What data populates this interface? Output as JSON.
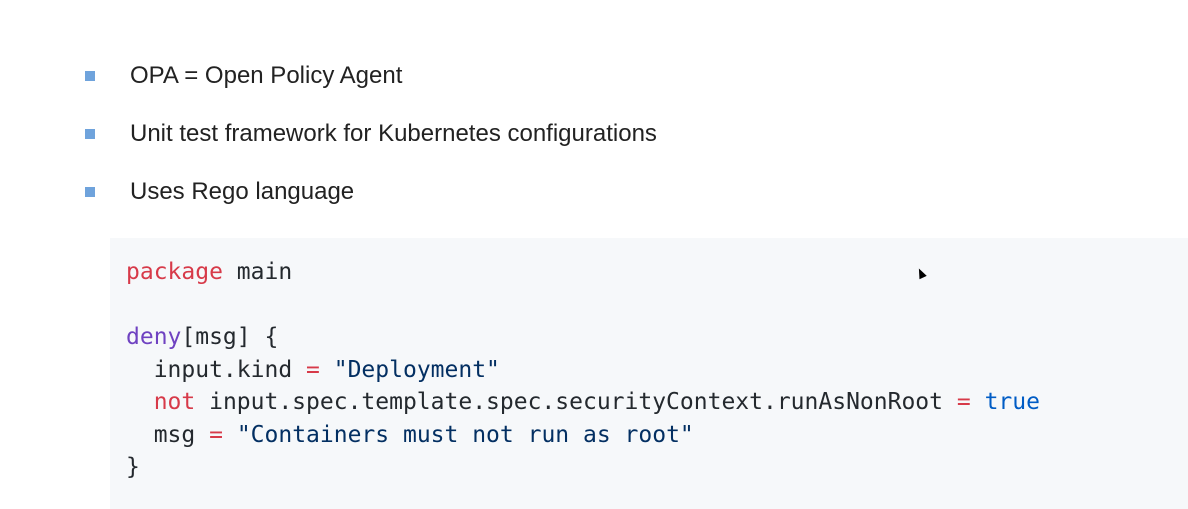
{
  "bullets": [
    "OPA = Open Policy Agent",
    "Unit test framework for Kubernetes configurations",
    "Uses Rego language"
  ],
  "code": {
    "l1_kw": "package",
    "l1_rest": " main",
    "l3_fn": "deny",
    "l3_rest": "[msg] {",
    "l4_a": "  input.kind ",
    "l4_op": "=",
    "l4_sp": " ",
    "l4_str": "\"Deployment\"",
    "l5_kw": "  not",
    "l5_a": " input.spec.template.spec.securityContext.runAsNonRoot ",
    "l5_op": "=",
    "l5_sp": " ",
    "l5_bool": "true",
    "l6_a": "  msg ",
    "l6_op": "=",
    "l6_sp": " ",
    "l6_str": "\"Containers must not run as root\"",
    "l7": "}"
  },
  "colors": {
    "bullet": "#6fa3dc",
    "keyword": "#d73a49",
    "function": "#6f42c1",
    "string": "#032f62",
    "boolean": "#005cc5"
  }
}
